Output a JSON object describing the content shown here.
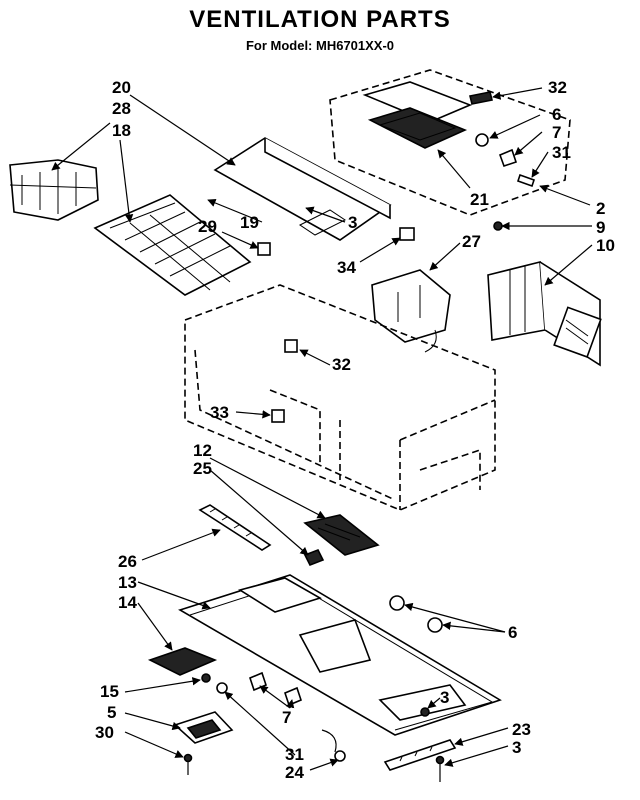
{
  "header": {
    "title": "VENTILATION PARTS",
    "model": "For Model: MH6701XX-0"
  },
  "callouts": [
    "20",
    "28",
    "18",
    "19",
    "3",
    "29",
    "32",
    "6",
    "7",
    "31",
    "21",
    "2",
    "9",
    "10",
    "27",
    "34",
    "32",
    "33",
    "12",
    "25",
    "26",
    "13",
    "14",
    "6",
    "15",
    "5",
    "30",
    "7",
    "31",
    "24",
    "3",
    "23",
    "3"
  ]
}
